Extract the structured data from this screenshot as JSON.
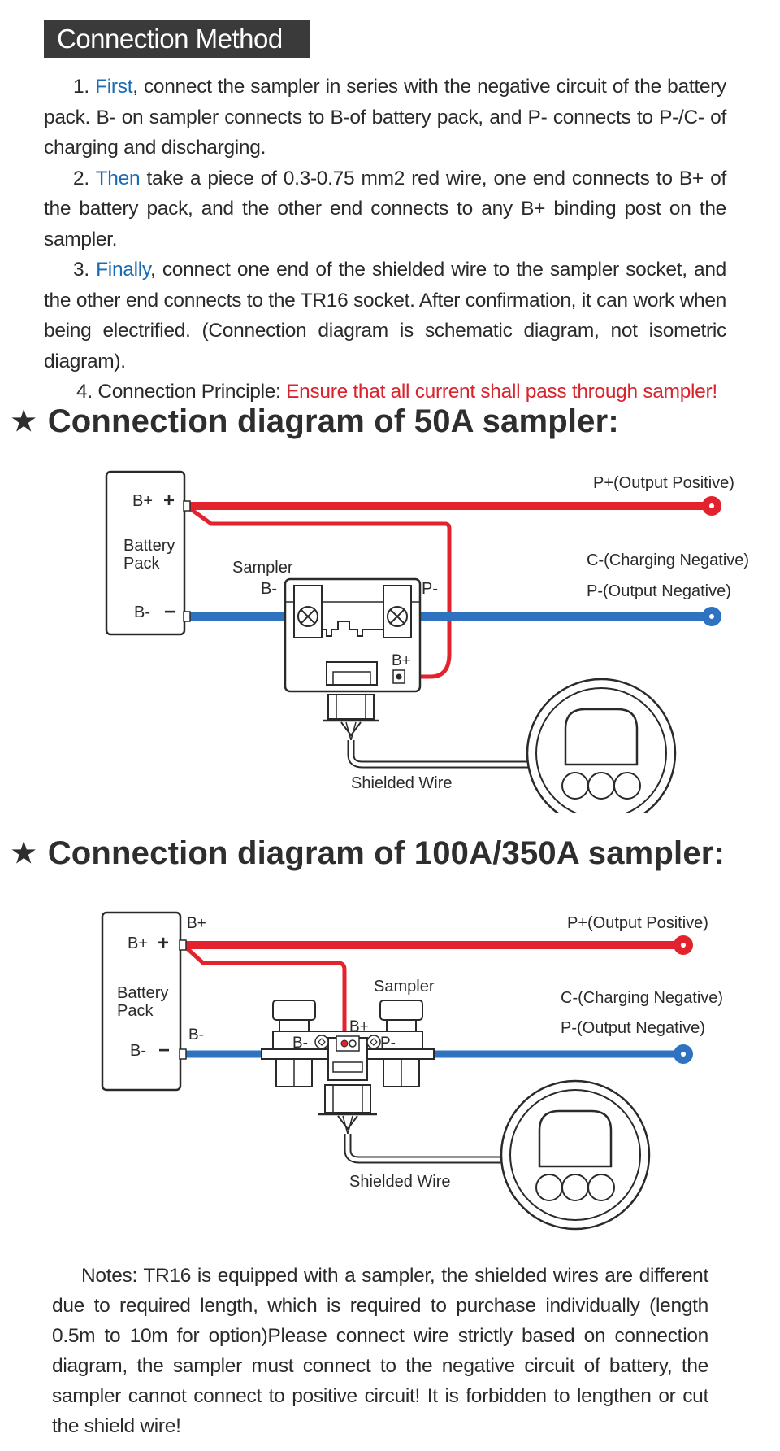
{
  "banner": {
    "title": "Connection Method"
  },
  "steps": {
    "s1": {
      "num": "1. ",
      "key": "First",
      "text": ", connect the sampler in series with the negative circuit of the battery pack. B- on sampler connects to B-of battery pack, and P- connects to P-/C- of charging and discharging."
    },
    "s2": {
      "num": "2. ",
      "key": "Then",
      "text": " take a piece of 0.3-0.75 mm2 red wire, one end connects to B+ of the battery pack, and the other end connects to any B+ binding post on the sampler."
    },
    "s3": {
      "num": "3. ",
      "key": "Finally",
      "text": ", connect one end of the shielded wire to the sampler socket, and the other end connects to the TR16 socket. After confirmation, it can work when being electrified. (Connection diagram is schematic diagram, not isometric diagram)."
    },
    "s4": {
      "text": "4. Connection Principle: ",
      "key": "Ensure that all current shall pass through sampler!"
    }
  },
  "diagram1": {
    "star": "★",
    "heading": "Connection diagram of 50A sampler:",
    "battery_line1": "Battery",
    "battery_line2": "Pack",
    "b_plus": "B+",
    "b_minus": "B-",
    "plus_sign": "+",
    "minus_sign": "−",
    "sampler": "Sampler",
    "sampler_b_minus": "B-",
    "sampler_p_minus": "P-",
    "sampler_b_plus": "B+",
    "p_plus": "P+(Output Positive)",
    "c_minus": "C-(Charging Negative)",
    "p_minus": "P-(Output Negative)",
    "shielded": "Shielded Wire"
  },
  "diagram2": {
    "star": "★",
    "heading": "Connection diagram of 100A/350A sampler:",
    "battery_line1": "Battery",
    "battery_line2": "Pack",
    "b_plus": "B+",
    "b_minus": "B-",
    "plus_sign": "+",
    "minus_sign": "−",
    "b_plus_top": "B+",
    "b_minus_wire": "B-",
    "sampler": "Sampler",
    "sampler_b_plus": "B+",
    "sampler_b_minus": "B-",
    "sampler_p_minus": "P-",
    "p_plus": "P+(Output Positive)",
    "c_minus": "C-(Charging Negative)",
    "p_minus": "P-(Output Negative)",
    "shielded": "Shielded Wire"
  },
  "notes": {
    "text": "Notes: TR16 is equipped with a sampler, the shielded wires are different due to required length, which is required to purchase individually (length 0.5m to 10m for option)Please connect wire strictly based on connection diagram, the sampler must connect to the negative circuit of battery, the sampler cannot connect to positive circuit! It is forbidden to lengthen or cut the shield wire!"
  },
  "colors": {
    "red_wire": "#e2222c",
    "blue_wire": "#2f72bf",
    "accent_blue": "#1a6bb5",
    "warning_red": "#d9232d"
  }
}
